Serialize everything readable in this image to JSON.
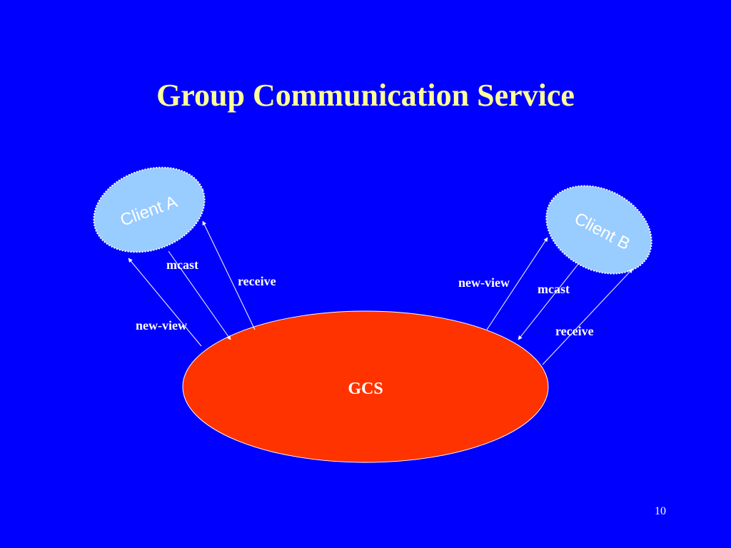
{
  "slide": {
    "title": "Group Communication Service",
    "page_number": "10"
  },
  "diagram": {
    "nodes": {
      "client_a": "Client A",
      "client_b": "Client B",
      "gcs": "GCS"
    },
    "edges": {
      "a_mcast": "mcast",
      "a_receive": "receive",
      "a_new_view": "new-view",
      "b_new_view": "new-view",
      "b_mcast": "mcast",
      "b_receive": "receive"
    }
  },
  "colors": {
    "background": "#0000ff",
    "title": "#ffff99",
    "client_fill": "#99ccff",
    "gcs_fill": "#ff3300",
    "text": "#ffffff"
  }
}
